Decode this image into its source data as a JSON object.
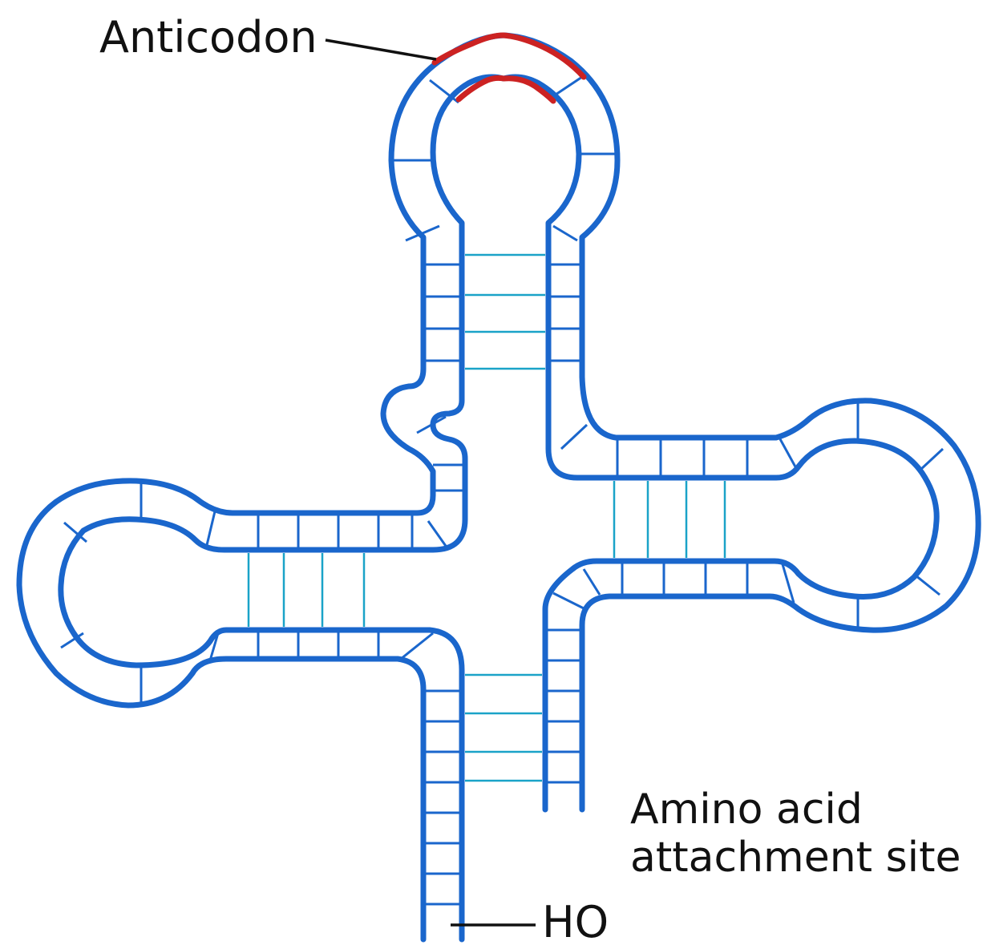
{
  "labels": {
    "anticodon": "Anticodon",
    "amino_line1": "Amino acid",
    "amino_line2": "attachment site",
    "ho": "HO"
  },
  "colors": {
    "strand": "#1a66cc",
    "anticodon": "#cc2222",
    "base_pair": "#1aa3c8",
    "text": "#111111"
  }
}
